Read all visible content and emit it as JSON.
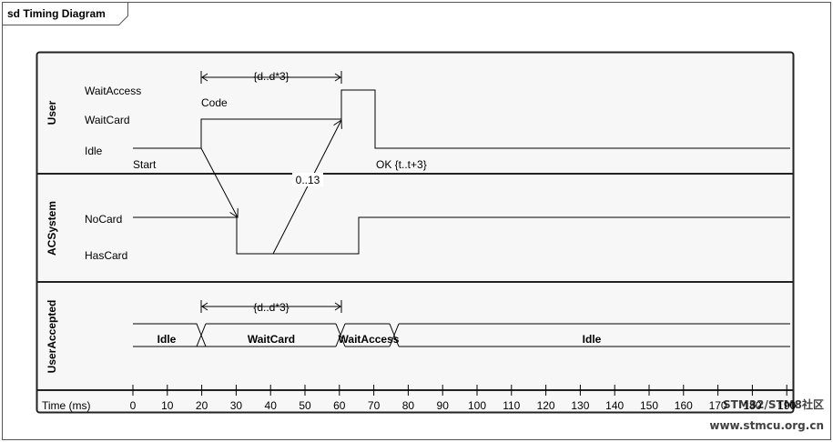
{
  "diagram": {
    "frame_title": "sd Timing Diagram",
    "time_axis": {
      "label": "Time (ms)",
      "ticks": [
        0,
        10,
        20,
        30,
        40,
        50,
        60,
        70,
        80,
        90,
        100,
        110,
        120,
        130,
        140,
        150,
        160,
        170,
        180,
        190
      ]
    },
    "lifelines": {
      "user": {
        "name": "User",
        "states": [
          "WaitAccess",
          "WaitCard",
          "Idle"
        ],
        "annotations": {
          "start": "Start",
          "code": "Code",
          "ok": "OK {t..t+3}",
          "duration": "{d..d*3}"
        }
      },
      "acsystem": {
        "name": "ACSystem",
        "states": [
          "NoCard",
          "HasCard"
        ],
        "annotations": {
          "range": "0..13"
        }
      },
      "useraccepted": {
        "name": "UserAccepted",
        "values": [
          "Idle",
          "WaitCard",
          "WaitAccess",
          "Idle"
        ],
        "annotations": {
          "duration": "{d..d*3}"
        }
      }
    },
    "watermark": {
      "line1": "STM32/STM8社区",
      "line2": "www.stmcu.org.cn",
      "color": "#2a9fd6"
    }
  }
}
